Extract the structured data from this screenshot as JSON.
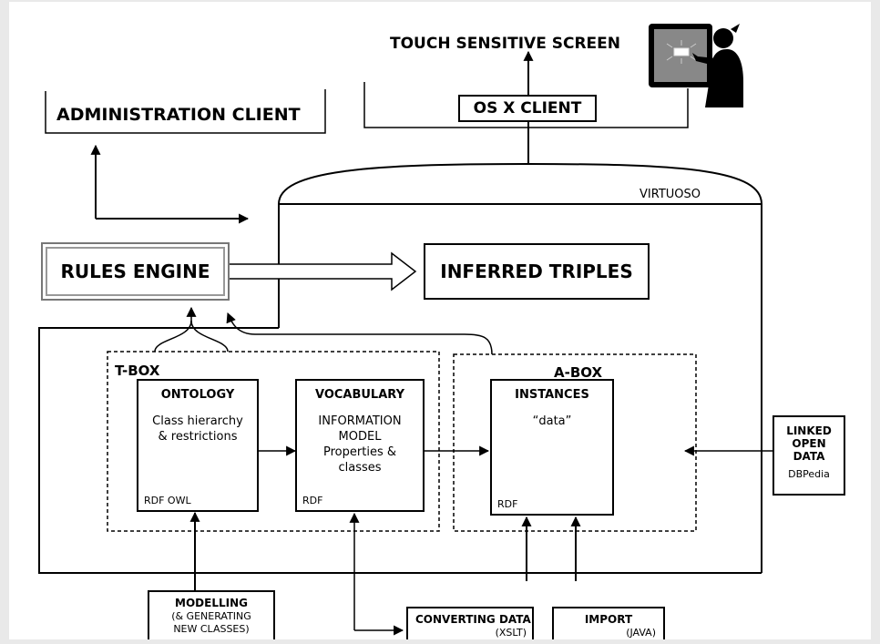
{
  "labels": {
    "touch_screen": "TOUCH SENSITIVE SCREEN",
    "os_x_client": "OS X CLIENT",
    "admin_client": "ADMINISTRATION CLIENT",
    "virtuoso": "VIRTUOSO",
    "rules_engine": "RULES ENGINE",
    "inferred_triples": "INFERRED TRIPLES",
    "tbox": "T-BOX",
    "abox": "A-BOX"
  },
  "ontology": {
    "title": "ONTOLOGY",
    "line1": "Class hierarchy",
    "line2": "& restrictions",
    "footer": "RDF OWL"
  },
  "vocabulary": {
    "title": "VOCABULARY",
    "line1": "INFORMATION",
    "line2": "MODEL",
    "line3": "Properties &",
    "line4": "classes",
    "footer": "RDF"
  },
  "instances": {
    "title": "INSTANCES",
    "line1": "“data”",
    "footer": "RDF"
  },
  "linked_open_data": {
    "line1": "LINKED",
    "line2": "OPEN",
    "line3": "DATA",
    "sub": "DBPedia"
  },
  "modelling": {
    "line1": "MODELLING",
    "line2": "(& GENERATING",
    "line3": "NEW CLASSES)"
  },
  "converting": {
    "title": "CONVERTING DATA",
    "sub": "(XSLT)"
  },
  "import": {
    "title": "IMPORT",
    "sub": "(JAVA)"
  },
  "colors": {
    "background": "#ffffff",
    "ink": "#000000",
    "frame": "#e9e9e9",
    "bezel": "#888888",
    "glow": "#aaaaaa"
  },
  "icons": {
    "touch_user": "person-touching-screen-icon"
  }
}
